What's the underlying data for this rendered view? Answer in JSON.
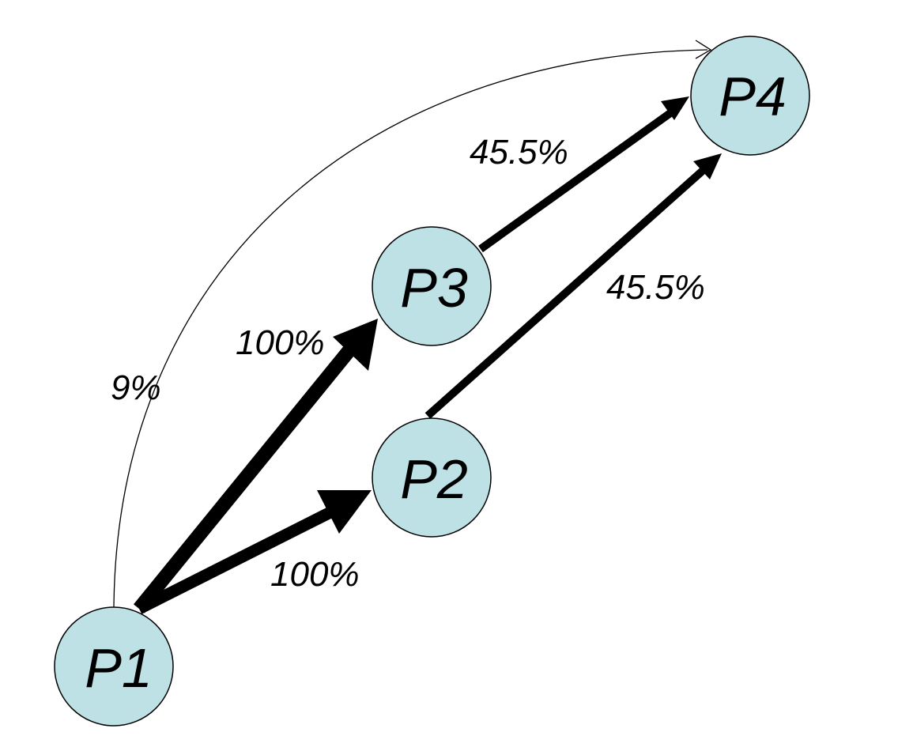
{
  "colors": {
    "node_fill": "#bde1e5",
    "stroke": "#000000",
    "background": "#ffffff"
  },
  "nodes": {
    "p1": {
      "label": "P1"
    },
    "p2": {
      "label": "P2"
    },
    "p3": {
      "label": "P3"
    },
    "p4": {
      "label": "P4"
    }
  },
  "edges": [
    {
      "from": "P1",
      "to": "P3",
      "label": "100%"
    },
    {
      "from": "P1",
      "to": "P2",
      "label": "100%"
    },
    {
      "from": "P3",
      "to": "P4",
      "label": "45.5%"
    },
    {
      "from": "P2",
      "to": "P4",
      "label": "45.5%"
    },
    {
      "from": "P1",
      "to": "P4",
      "label": "9%"
    }
  ]
}
